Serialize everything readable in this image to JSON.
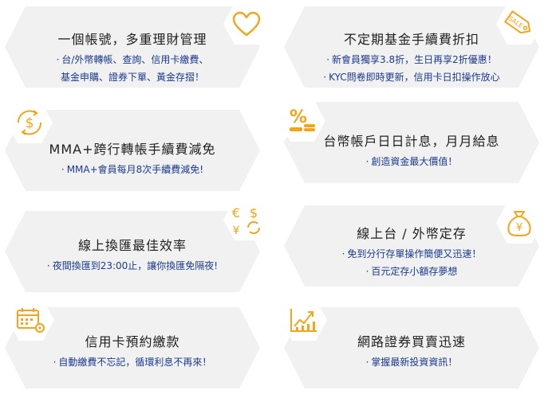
{
  "cards": [
    {
      "title": "一個帳號，多重理財管理",
      "lines": [
        "台/外幣轉帳、查詢、信用卡繳費、",
        "基金申購、證券下單、黃金存摺！"
      ],
      "icon": "heart-icon"
    },
    {
      "title": "不定期基金手續費折扣",
      "lines": [
        "新會員獨享3.8折，生日再享2折優惠！",
        "KYC問卷即時更新，信用卡日扣操作放心"
      ],
      "icon": "sale-tag-icon"
    },
    {
      "title": "MMA+跨行轉帳手續費減免",
      "lines": [
        "MMA+會員每月8次手續費減免!"
      ],
      "icon": "dollar-cycle-icon"
    },
    {
      "title": "台幣帳戶日日計息，月月給息",
      "lines": [
        "創造資金最大價值！"
      ],
      "icon": "percent-coins-icon"
    },
    {
      "title": "線上換匯最佳效率",
      "lines": [
        "夜間換匯到23:00止，讓你換匯免隔夜!"
      ],
      "icon": "currency-exchange-icon"
    },
    {
      "title": "線上台 / 外幣定存",
      "lines": [
        "免到分行存單操作簡便又迅速！",
        "百元定存小額存夢想"
      ],
      "icon": "money-bag-icon"
    },
    {
      "title": "信用卡預約繳款",
      "lines": [
        "自動繳費不忘記，循環利息不再來！"
      ],
      "icon": "calendar-gear-icon"
    },
    {
      "title": "網路證券買賣迅速",
      "lines": [
        "掌握最新投資資訊！"
      ],
      "icon": "stock-chart-icon"
    }
  ],
  "icon_labels": {
    "sale": "SALE",
    "bag_symbol": "¥",
    "percent": "%",
    "dollar": "$",
    "euro": "€",
    "yen": "¥",
    "dollar2": "$"
  },
  "colors": {
    "card_bg": "#f1f1f1",
    "icon": "#f3a417",
    "text_blue": "#1a3a8c",
    "title": "#1f1f1f"
  }
}
